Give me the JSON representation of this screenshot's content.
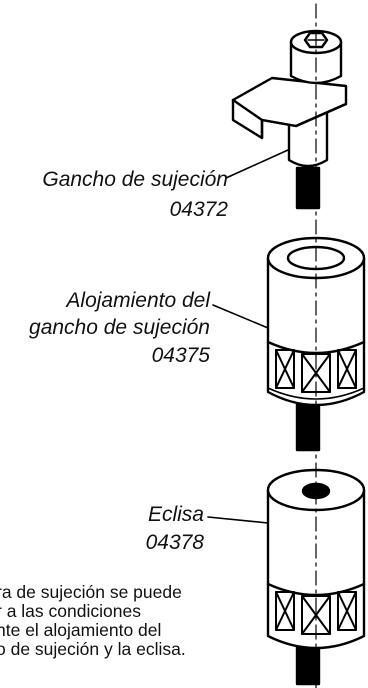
{
  "labels": {
    "gancho": {
      "name": "Gancho de sujeción",
      "code": "04372"
    },
    "alojamiento": {
      "name_line1": "Alojamiento del",
      "name_line2": "gancho de sujeción",
      "code": "04375"
    },
    "eclisa": {
      "name": "Eclisa",
      "code": "04378"
    }
  },
  "note": {
    "lines": [
      "ra de sujeción se puede",
      "r a las condiciones",
      "nte el alojamiento del",
      "o de sujeción y la eclisa."
    ]
  }
}
